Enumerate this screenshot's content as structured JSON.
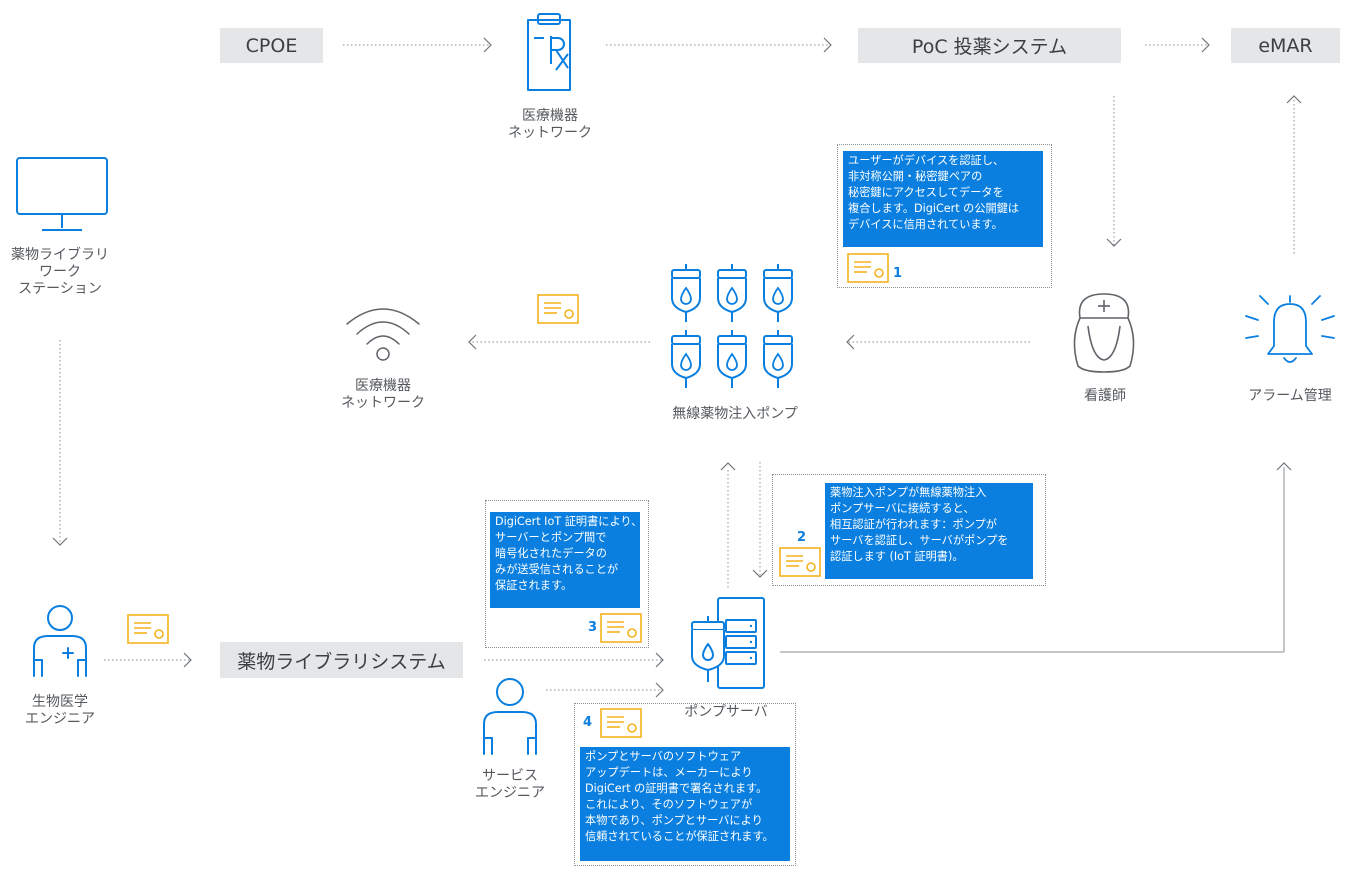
{
  "colors": {
    "accent_blue": "#0a7fe0",
    "certificate_yellow": "#f4b21e",
    "box_gray": "#e4e6e8",
    "line_gray": "#8a8f94"
  },
  "top_flow": {
    "cpoe": "CPOE",
    "poc": "PoC 投薬システム",
    "emar": "eMAR",
    "rx_label_line1": "医療機器",
    "rx_label_line2": "ネットワーク"
  },
  "workstation": {
    "line1": "薬物ライブラリ",
    "line2": "ワーク",
    "line3": "ステーション"
  },
  "network": {
    "line1": "医療機器",
    "line2": "ネットワーク"
  },
  "pumps_label": "無線薬物注入ポンプ",
  "nurse_label": "看護師",
  "alarm_label": "アラーム管理",
  "biomed": {
    "line1": "生物医学",
    "line2": "エンジニア"
  },
  "library_system": "薬物ライブラリシステム",
  "service": {
    "line1": "サービス",
    "line2": "エンジニア"
  },
  "pump_server_label": "ポンプサーバ",
  "notes": {
    "n1": {
      "number": "1",
      "lines": [
        "ユーザーがデバイスを認証し、",
        "非対称公開・秘密鍵ペアの",
        "秘密鍵にアクセスしてデータを",
        "複合します。DigiCert の公開鍵は",
        "デバイスに信用されています。"
      ]
    },
    "n2": {
      "number": "2",
      "lines": [
        "薬物注入ポンプが無線薬物注入",
        "ポンプサーバに接続すると、",
        "相互認証が行われます：ポンプが",
        "サーバを認証し、サーバがポンプを",
        "認証します (IoT 証明書)。"
      ]
    },
    "n3": {
      "number": "3",
      "lines": [
        "DigiCert IoT 証明書により、",
        "サーバーとポンプ間で",
        "暗号化されたデータの",
        "みが送受信されることが",
        "保証されます。"
      ]
    },
    "n4": {
      "number": "4",
      "lines": [
        "ポンプとサーバのソフトウェア",
        "アップデートは、メーカーにより",
        "DigiCert の証明書で署名されます。",
        "これにより、そのソフトウェアが",
        "本物であり、ポンプとサーバにより",
        "信頼されていることが保証されます。"
      ]
    }
  }
}
